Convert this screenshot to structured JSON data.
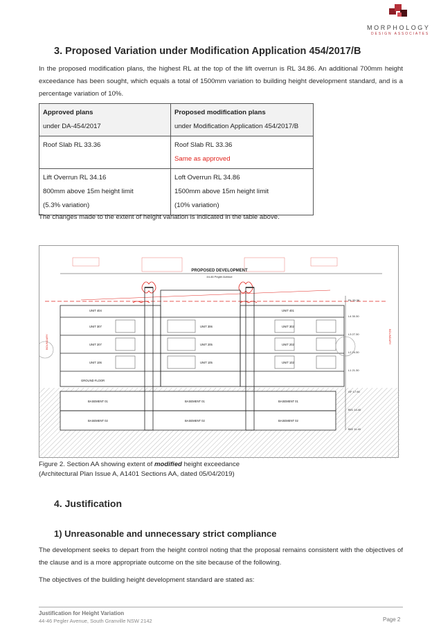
{
  "header": {
    "logo_name": "MORPHOLOGY",
    "logo_sub": "DESIGN ASSOCIATES",
    "brand_color": "#b53039"
  },
  "section3": {
    "heading": "3.   Proposed Variation under Modification Application 454/2017/B",
    "intro": "In the proposed modification plans, the highest RL at the top of the lift overrun is RL 34.86. An additional 700mm height exceedance has been sought, which equals a total of 1500mm variation to building height development standard, and is a percentage variation of 10%."
  },
  "table": {
    "col1_header": "Approved plans",
    "col1_subheader": "under DA-454/2017",
    "col2_header": "Proposed modification plans",
    "col2_subheader": "under Modification Application 454/2017/B",
    "row1": {
      "col1": "Roof Slab RL 33.36",
      "col2": "Roof Slab RL 33.36",
      "col2_note": "Same as approved"
    },
    "row2": {
      "col1_a": "Lift Overrun RL 34.16",
      "col1_b": "800mm above 15m height limit",
      "col1_c": "(5.3% variation)",
      "col2_a": "Loft Overrun RL 34.86",
      "col2_b": "1500mm above 15m height limit",
      "col2_c": "(10% variation)"
    }
  },
  "after_table": "The changes made to the extent of height variation is indicated in the table above.",
  "figure": {
    "title": "PROPOSED DEVELOPMENT",
    "address": "44-46 Pegler Avenue",
    "units_left": [
      "UNIT 404",
      "UNIT 307",
      "UNIT 207",
      "UNIT 106"
    ],
    "units_center": [
      "UNIT 306",
      "UNIT 205",
      "UNIT 105"
    ],
    "units_right": [
      "UNIT 401",
      "UNIT 302",
      "UNIT 202",
      "UNIT 102"
    ],
    "ground_floor": "GROUND FLOOR",
    "basement1": "BASEMENT 01",
    "basement2": "BASEMENT 02",
    "levels": [
      "RL 33.36",
      "L4 30.30",
      "L3 27.30",
      "L2 24.30",
      "L1 21.30",
      "GF 17.90",
      "B01 14.40",
      "B02 11.40"
    ],
    "boundary": "BOUNDARY",
    "accent_red": "#e0231c"
  },
  "caption": {
    "line1_prefix": "Figure 2. Section AA showing extent of ",
    "line1_emph": "modified",
    "line1_suffix": " height exceedance",
    "line2": "(Architectural Plan Issue A, A1401 Sections AA, dated 05/04/2019)"
  },
  "section4": {
    "heading": "4.   Justification",
    "subheading": "1)   Unreasonable and unnecessary strict compliance",
    "para1": "The development seeks to depart from the height control noting that the proposal remains consistent with the objectives of the clause and is a more appropriate outcome on the site because of the following.",
    "para2": "The objectives of the building height development standard are stated as:"
  },
  "footer": {
    "title": "Justification for Height Variation",
    "address": "44-46 Pegler Avenue, South Granville NSW 2142",
    "page": "Page 2"
  }
}
